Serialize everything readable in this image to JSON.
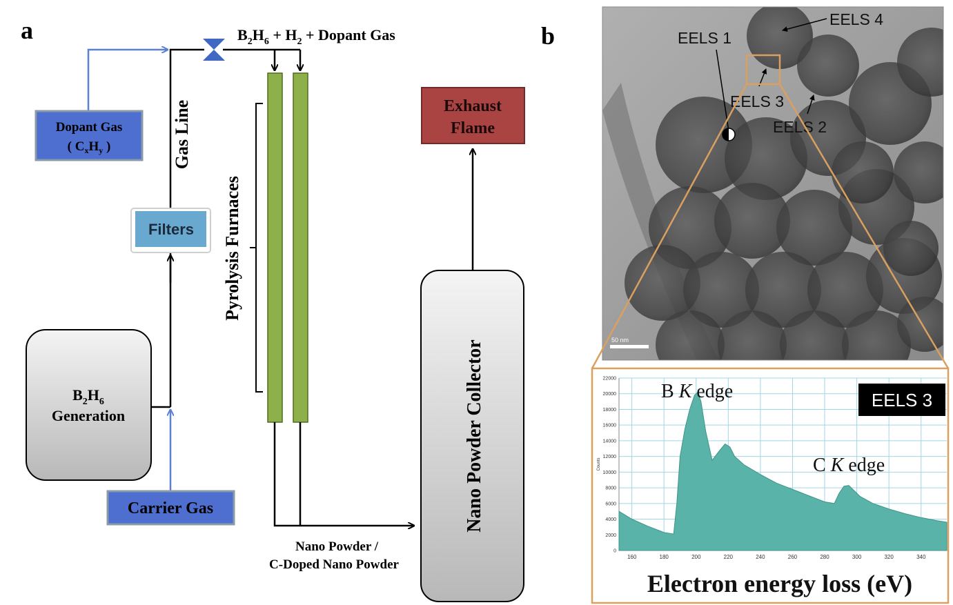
{
  "panel_a": {
    "label": "a",
    "gas_line_top_label": {
      "pre": "B",
      "s1": "2",
      "mid1": "H",
      "s2": "6",
      "mid2": " + H",
      "s3": "2",
      "post": " + Dopant Gas"
    },
    "dopant_gas": {
      "line1": "Dopant Gas",
      "line2_open": "( C",
      "sub_x": "x",
      "mid": "H",
      "sub_y": "y",
      "line2_close": " )"
    },
    "gas_line_label": "Gas Line",
    "filters_label": "Filters",
    "b2h6_generation": {
      "pre": "B",
      "s1": "2",
      "mid": "H",
      "s2": "6",
      "line2": "Generation"
    },
    "carrier_gas_label": "Carrier Gas",
    "pyrolysis_label": "Pyrolysis  Furnaces",
    "exhaust_flame": {
      "line1": "Exhaust",
      "line2": "Flame"
    },
    "collector_label": "Nano Powder Collector",
    "nano_powder": {
      "line1": "Nano Powder /",
      "line2": "C-Doped Nano Powder"
    },
    "colors": {
      "blue_box": "#4f6fd0",
      "filters_box": "#6aa9cf",
      "furnace": "#8db04a",
      "exhaust_box": "#a94442",
      "feed_arrow": "#5b7fd1",
      "valve": "#3f67c4"
    }
  },
  "panel_b": {
    "label": "b",
    "tem_labels": [
      "EELS 1",
      "EELS 2",
      "EELS 3",
      "EELS 4"
    ],
    "scale_bar_text": "50 nm",
    "spectrum_title": "EELS 3",
    "b_edge": {
      "pre": "B ",
      "k": "K",
      "post": " edge"
    },
    "c_edge": {
      "pre": "C ",
      "k": "K",
      "post": " edge"
    },
    "xlabel": "Electron energy loss (eV)",
    "ylabel": "Counts",
    "colors": {
      "frame": "#d9a060",
      "spectrum_fill": "#5ab3a8",
      "grid": "#9fd6e6",
      "title_bg": "#000000"
    }
  },
  "chart_data": {
    "type": "area",
    "title": "EELS 3",
    "xlabel": "Electron energy loss (eV)",
    "ylabel": "Counts",
    "xlim": [
      152,
      356
    ],
    "ylim": [
      0,
      22000
    ],
    "x_ticks": [
      "160",
      "180",
      "200",
      "220",
      "240",
      "260",
      "280",
      "300",
      "320",
      "340"
    ],
    "y_ticks": [
      "0",
      "2000",
      "4000",
      "6000",
      "8000",
      "10000",
      "12000",
      "14000",
      "16000",
      "18000",
      "20000",
      "22000"
    ],
    "annotations": [
      "B K edge",
      "C K edge"
    ],
    "series": [
      {
        "x": [
          152,
          160,
          170,
          180,
          186,
          188,
          190,
          193,
          196,
          199,
          201,
          203,
          206,
          210,
          214,
          218,
          221,
          224,
          230,
          240,
          250,
          260,
          270,
          280,
          286,
          289,
          292,
          295,
          298,
          302,
          310,
          320,
          330,
          340,
          350,
          356
        ],
        "y": [
          5000,
          4000,
          3100,
          2300,
          2100,
          6000,
          12000,
          15500,
          18000,
          19800,
          20200,
          19000,
          15200,
          11500,
          12600,
          13600,
          13200,
          12000,
          10900,
          9700,
          8600,
          7800,
          7000,
          6200,
          6000,
          7300,
          8200,
          8300,
          7700,
          6900,
          6000,
          5300,
          4700,
          4200,
          3800,
          3600
        ]
      }
    ]
  }
}
